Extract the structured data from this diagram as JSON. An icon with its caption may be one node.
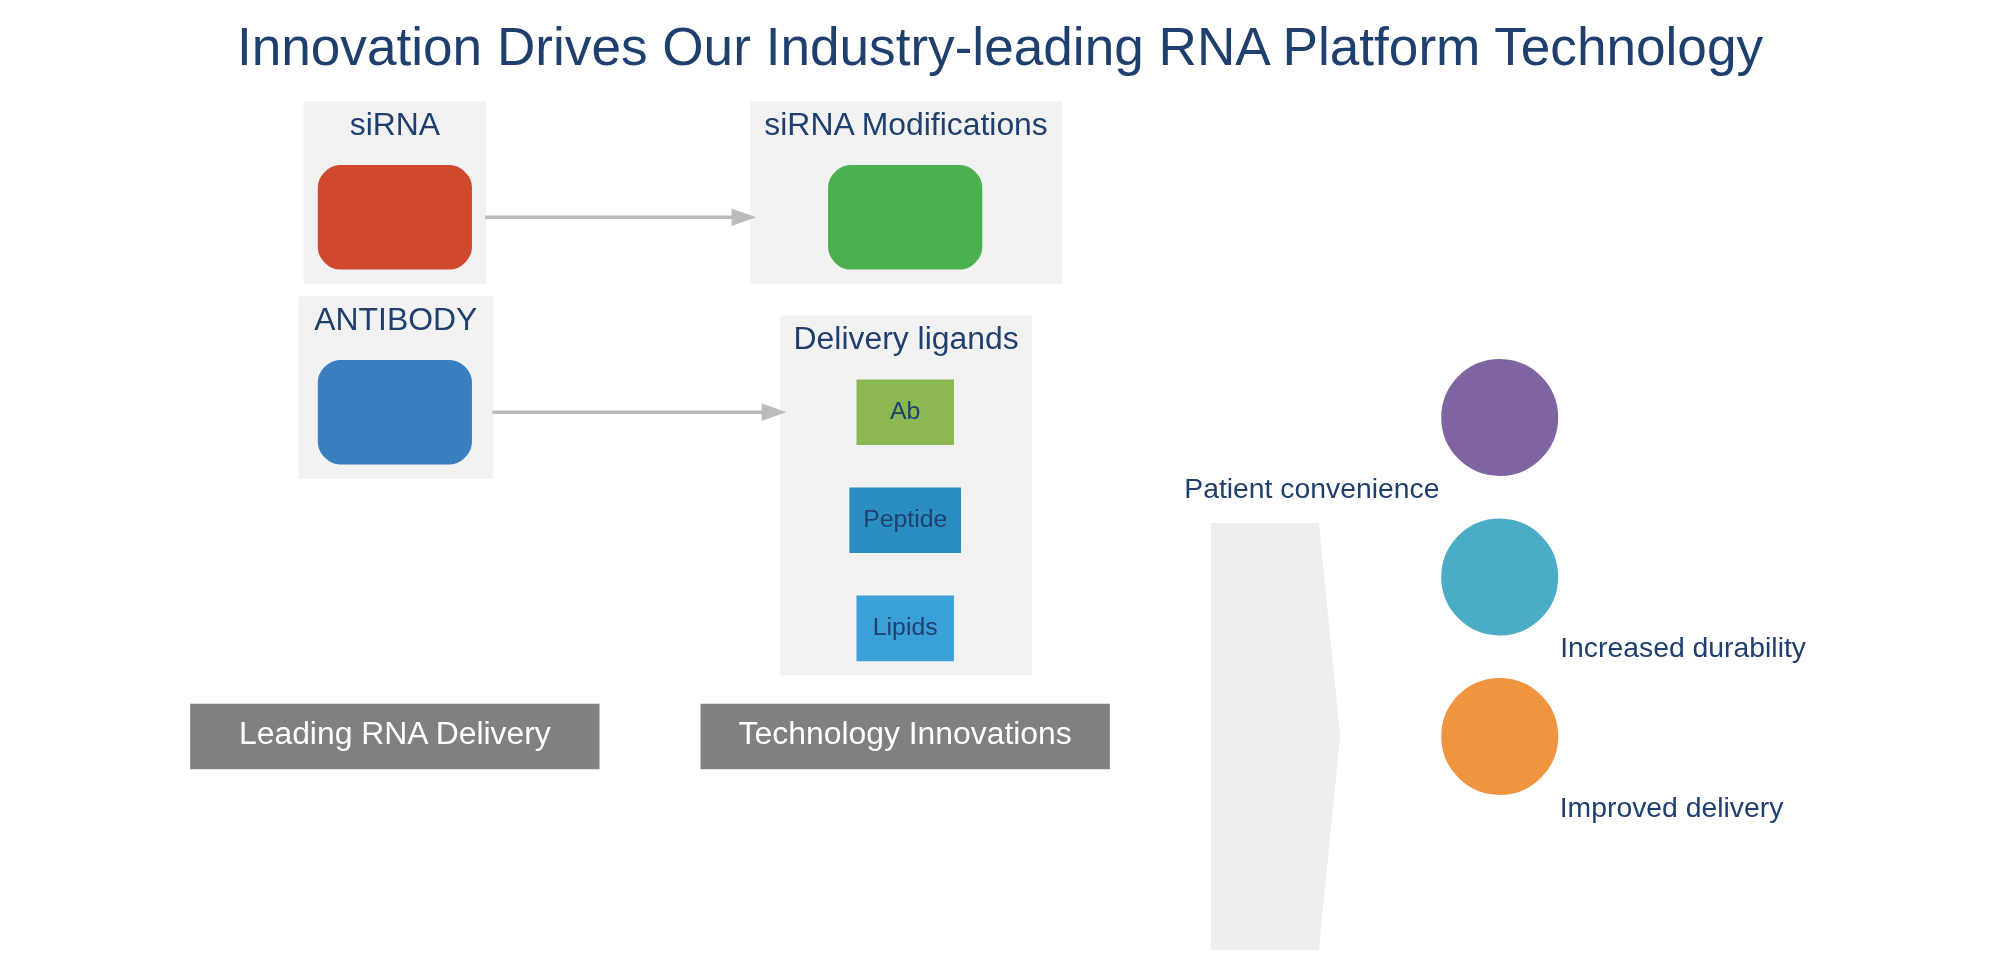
{
  "diagram": {
    "title": "Innovation Drives Our Industry-leading RNA Platform Technology",
    "nodes": [
      {
        "text": [
          "Leading RNA Delivery"
        ]
      },
      {
        "text": [
          "Technology Innovations"
        ]
      },
      {
        "text": [
          "ANTIBODY"
        ]
      },
      {
        "text": [],
        "shape": "box",
        "in": 2
      },
      {
        "text": [
          "siRNA"
        ]
      },
      {
        "text": [],
        "shape": "box",
        "in": 4
      },
      {
        "text": [
          "Delivery ligands"
        ]
      },
      {
        "text": [
          "Ab"
        ],
        "in": 6
      },
      {
        "text": [
          "Peptide"
        ],
        "in": 6
      },
      {
        "text": [
          "Lipids"
        ],
        "in": 6
      },
      {
        "text": [
          "siRNA Modifications"
        ]
      },
      {
        "text": [],
        "shape": "box",
        "in": 10
      },
      {
        "text": [],
        "shape": "chevron"
      },
      {
        "text": [],
        "shape": "circle",
        "beside": [
          "Improved delivery"
        ]
      },
      {
        "text": [],
        "shape": "circle",
        "beside": [
          "Increased durability"
        ]
      },
      {
        "text": [],
        "shape": "circle",
        "beside": [
          "Patient convenience"
        ]
      }
    ],
    "edges": [
      {
        "from": 2,
        "to": 6,
        "arrow": "to"
      },
      {
        "from": 4,
        "to": 10,
        "arrow": "to"
      }
    ]
  }
}
